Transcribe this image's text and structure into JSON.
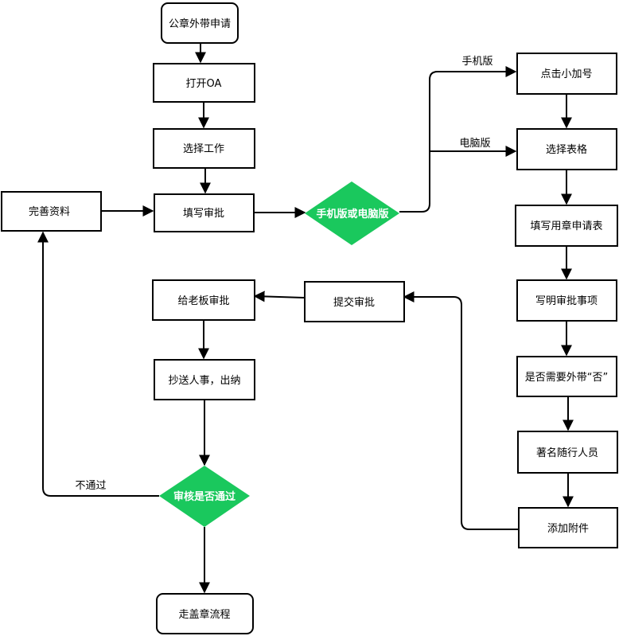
{
  "colors": {
    "decision_fill": "#1ac85d",
    "decision_text": "#ffffff",
    "line": "#000000",
    "box_stroke": "#000000"
  },
  "nodes": {
    "start": "公章外带申请",
    "open_oa": "打开OA",
    "select_work": "选择工作",
    "fill_approval": "填写审批",
    "complete_info": "完善资料",
    "device_decision": "手机版或电脑版",
    "click_plus": "点击小加号",
    "select_form": "选择表格",
    "fill_seal_form": "填写用章申请表",
    "write_items": "写明审批事项",
    "need_take_out": "是否需要外带“否”",
    "sign_companions": "著名随行人员",
    "add_attachment": "添加附件",
    "submit_approval": "提交审批",
    "boss_approval": "给老板审批",
    "cc_hr_cashier": "抄送人事，出纳",
    "review_decision": "审核是否通过",
    "seal_process": "走盖章流程"
  },
  "edge_labels": {
    "mobile": "手机版",
    "desktop": "电脑版",
    "not_passed": "不通过"
  }
}
